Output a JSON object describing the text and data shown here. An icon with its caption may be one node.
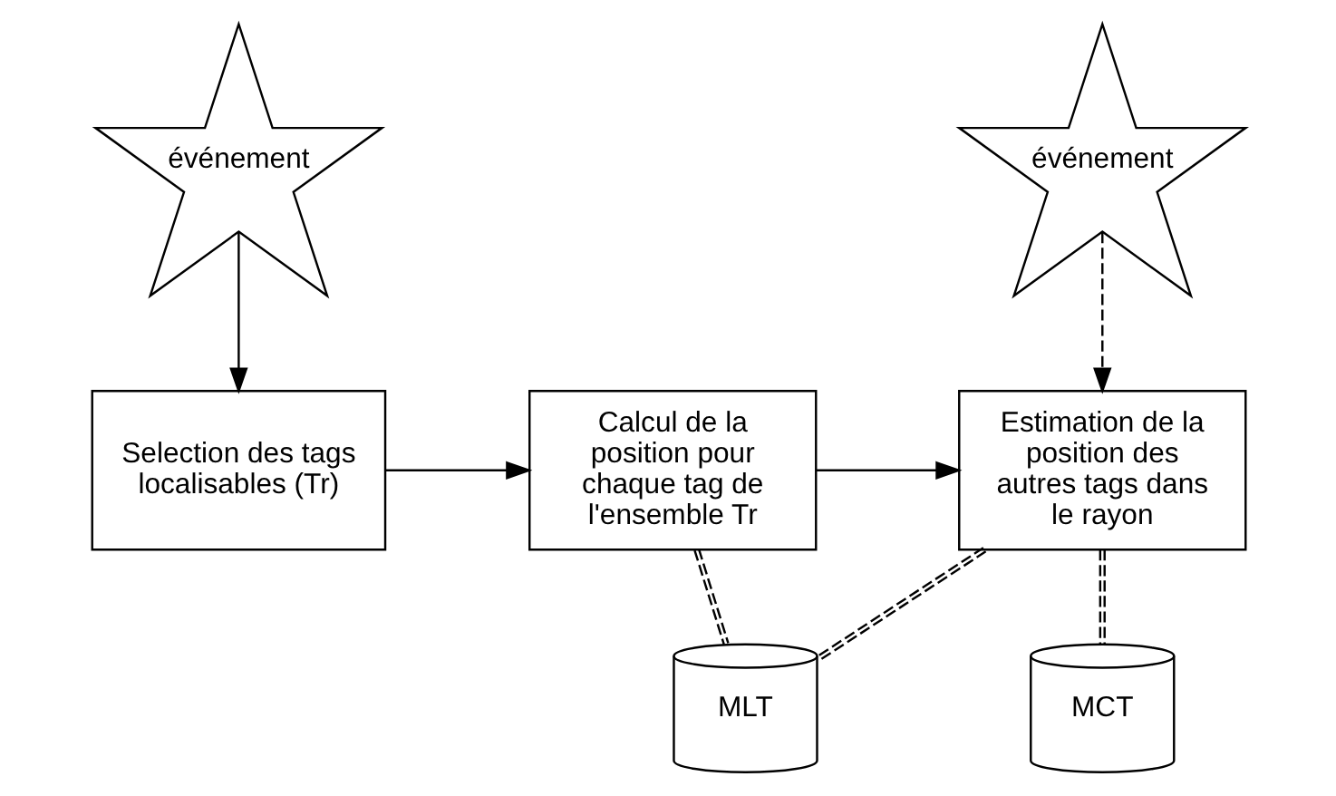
{
  "diagram": {
    "nodes": [
      {
        "text": [
          "événement"
        ]
      },
      {
        "text": [
          "événement"
        ]
      },
      {
        "text": [
          "Selection des tags localisables (Tr)"
        ]
      },
      {
        "text": [
          "Calcul de la position pour chaque tag de l'ensemble Tr"
        ]
      },
      {
        "text": [
          "Estimation de la position des autres tags dans le rayon"
        ]
      },
      {
        "text": [
          "MLT"
        ]
      },
      {
        "text": [
          "MCT"
        ]
      }
    ],
    "edges": [
      {
        "from": 0,
        "to": 2,
        "arrow": "to"
      },
      {
        "from": 2,
        "to": 3,
        "arrow": "to"
      },
      {
        "from": 3,
        "to": 4,
        "arrow": "to"
      },
      {
        "from": 1,
        "to": 4,
        "arrow": "to",
        "style": "dashed"
      },
      {
        "from": 3,
        "to": 5,
        "arrow": "none",
        "style": "dashed"
      },
      {
        "from": 4,
        "to": 5,
        "arrow": "none",
        "style": "dashed"
      },
      {
        "from": 4,
        "to": 6,
        "arrow": "none",
        "style": "dashed"
      }
    ]
  }
}
